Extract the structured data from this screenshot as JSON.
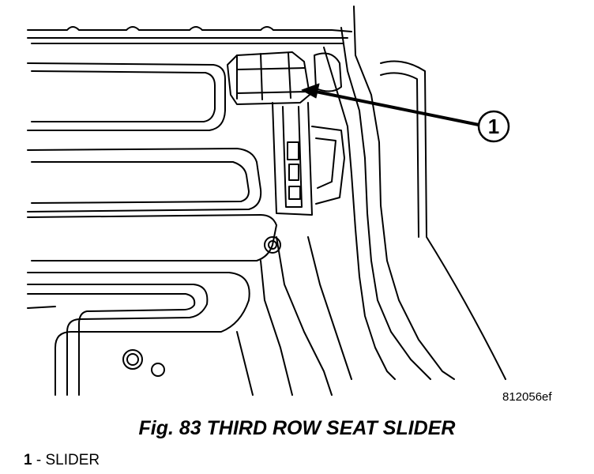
{
  "figure": {
    "callout_number": "1",
    "figure_id": "812056ef"
  },
  "caption": "Fig. 83 THIRD ROW SEAT SLIDER",
  "legend": {
    "number": "1",
    "separator": " - ",
    "label": "SLIDER"
  }
}
